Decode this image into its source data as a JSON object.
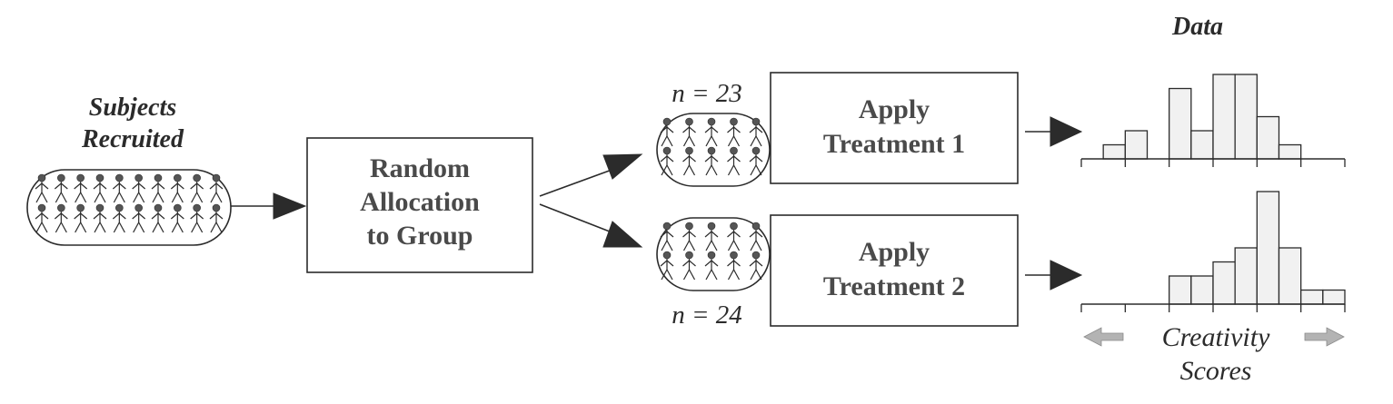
{
  "recruitment": {
    "title_line1": "Subjects",
    "title_line2": "Recruited",
    "people_count": 20
  },
  "allocation_box": {
    "line1": "Random",
    "line2": "Allocation",
    "line3": "to Group"
  },
  "groups": [
    {
      "n_label": "n = 23",
      "people_count": 10,
      "treatment_line1": "Apply",
      "treatment_line2": "Treatment 1"
    },
    {
      "n_label": "n = 24",
      "people_count": 10,
      "treatment_line1": "Apply",
      "treatment_line2": "Treatment 2"
    }
  ],
  "data_title": "Data",
  "axis_caption_line1": "Creativity",
  "axis_caption_line2": "Scores",
  "chart_data": [
    {
      "type": "bar",
      "name": "",
      "values": [
        0,
        1,
        2,
        0,
        5,
        2,
        6,
        6,
        3,
        1,
        0,
        0
      ],
      "tick_count": 6
    },
    {
      "type": "bar",
      "name": "",
      "values": [
        0,
        0,
        0,
        0,
        2,
        2,
        3,
        4,
        8,
        4,
        1,
        1
      ],
      "tick_count": 6
    }
  ],
  "colors": {
    "stroke": "#2b2b2b",
    "bar_fill": "#f1f1f1",
    "box_text": "#4a4a4a",
    "grey_arrow": "#b3b3b3"
  }
}
